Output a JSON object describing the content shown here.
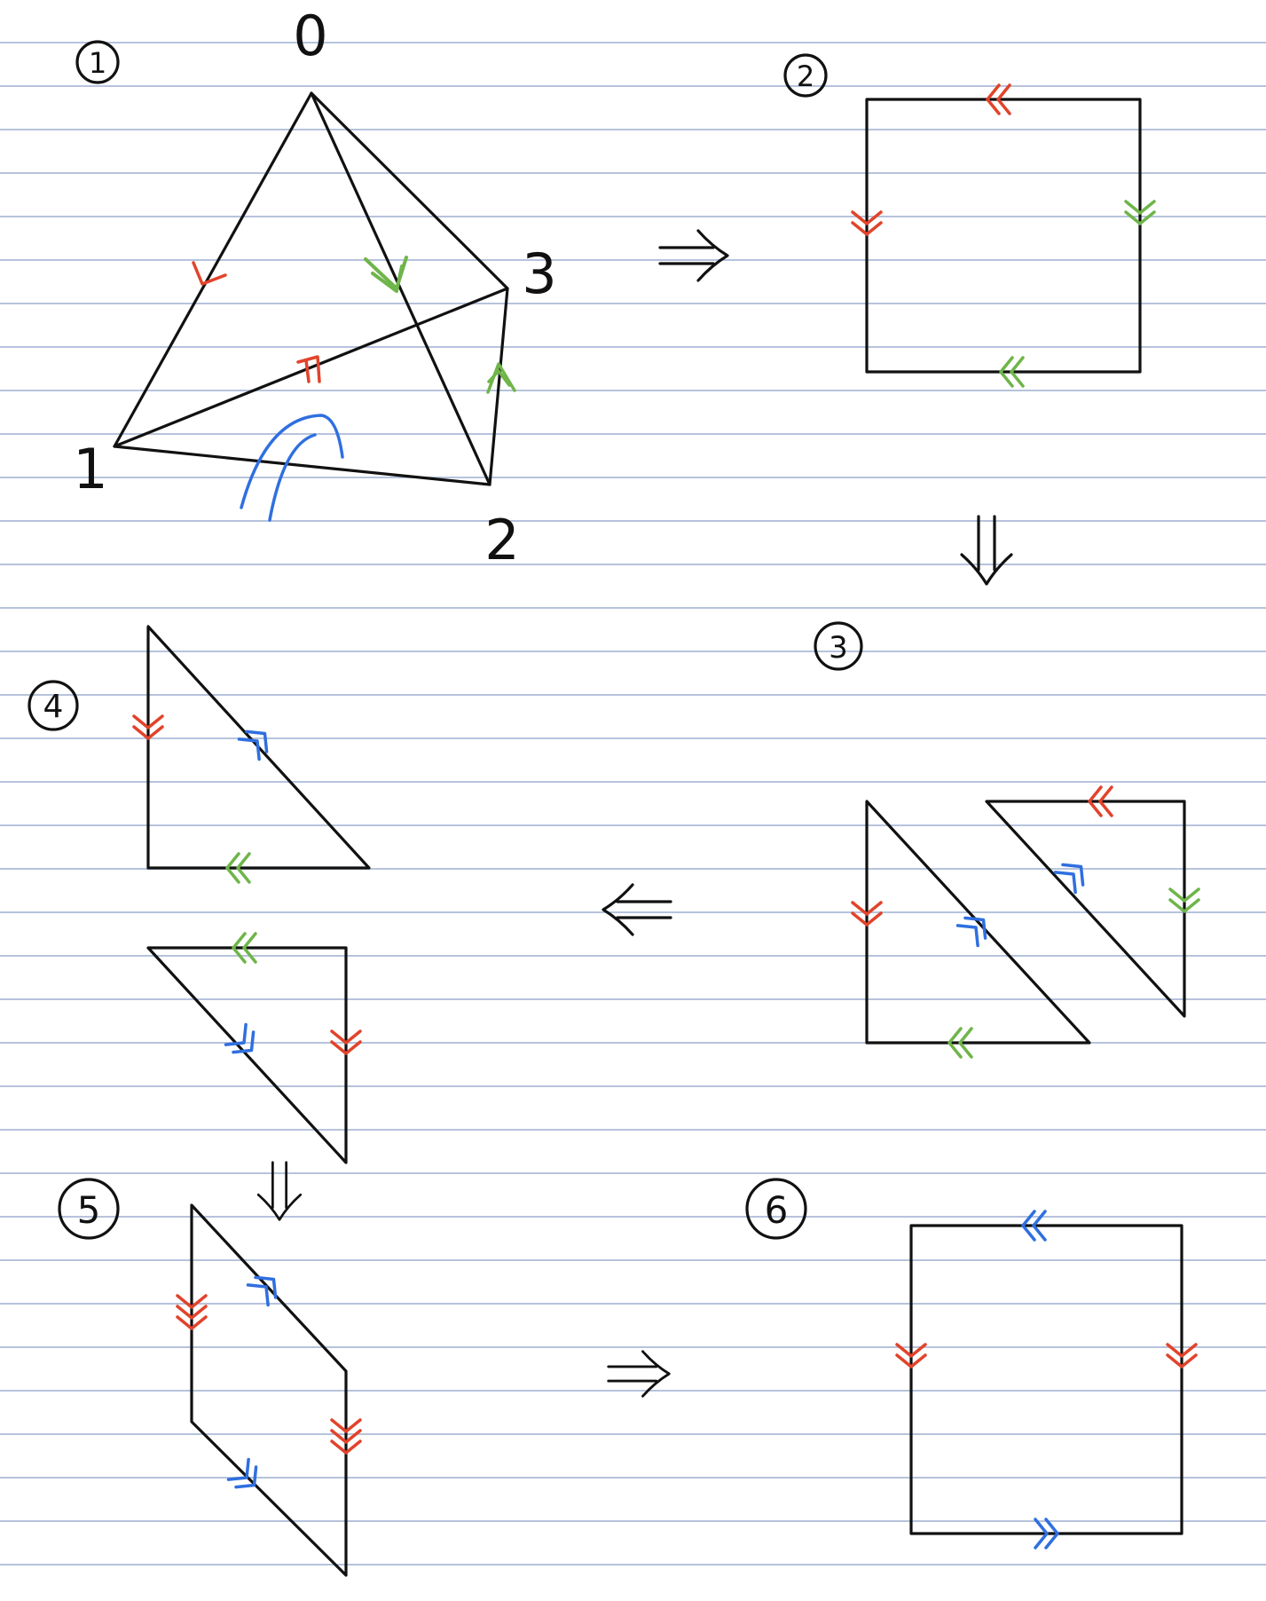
{
  "page": {
    "style": "lined notebook paper",
    "line_color": "#b6c3dc",
    "ink_color": "#111111"
  },
  "colors": {
    "red": "#e2432b",
    "green": "#6fb54a",
    "blue": "#2f6fe0"
  },
  "steps": [
    {
      "number": "1",
      "shape": "tetrahedron with labelled vertices",
      "vertex_labels": {
        "top": "0",
        "left": "1",
        "bottom": "2",
        "right": "3"
      }
    },
    {
      "number": "2",
      "shape": "square"
    },
    {
      "number": "3",
      "shape": "square cut into two triangles"
    },
    {
      "number": "4",
      "shape": "two right triangles"
    },
    {
      "number": "5",
      "shape": "parallelogram"
    },
    {
      "number": "6",
      "shape": "square"
    }
  ],
  "flow_arrows": [
    {
      "from": "1",
      "to": "2",
      "direction": "right"
    },
    {
      "from": "2",
      "to": "3",
      "direction": "down"
    },
    {
      "from": "3",
      "to": "4",
      "direction": "left"
    },
    {
      "from": "4",
      "to": "5",
      "direction": "down"
    },
    {
      "from": "5",
      "to": "6",
      "direction": "right"
    }
  ]
}
